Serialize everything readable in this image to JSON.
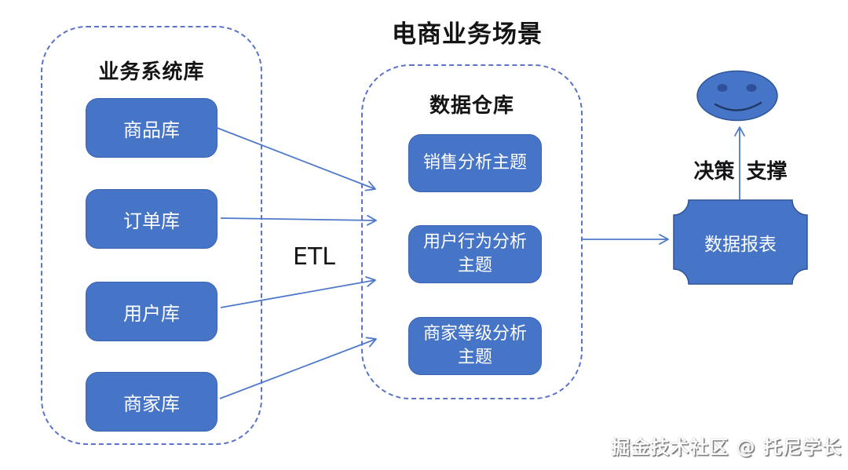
{
  "diagram": {
    "title": "电商业务场景",
    "source_group": {
      "title": "业务系统库",
      "nodes": [
        {
          "label": "商品库"
        },
        {
          "label": "订单库"
        },
        {
          "label": "用户库"
        },
        {
          "label": "商家库"
        }
      ]
    },
    "etl_label": "ETL",
    "warehouse_group": {
      "title": "数据仓库",
      "nodes": [
        {
          "label": "销售分析主题"
        },
        {
          "label": "用户行为分析主题"
        },
        {
          "label": "商家等级分析主题"
        }
      ]
    },
    "report_node": {
      "label": "数据报表"
    },
    "decision_label": "决策 支撑",
    "icons": {
      "user": "smiley-face-icon"
    },
    "watermark": "掘金技术社区 @ 托尼学长",
    "colors": {
      "node_fill": "#4674C6",
      "node_border": "#3A63B2",
      "container_dash": "#5B74C9",
      "arrow": "#4E79C9",
      "node_text": "#FFFFFF",
      "heading_text": "#141414",
      "smiley_outline": "#2F5597",
      "smiley_features": "#1F3864"
    }
  }
}
